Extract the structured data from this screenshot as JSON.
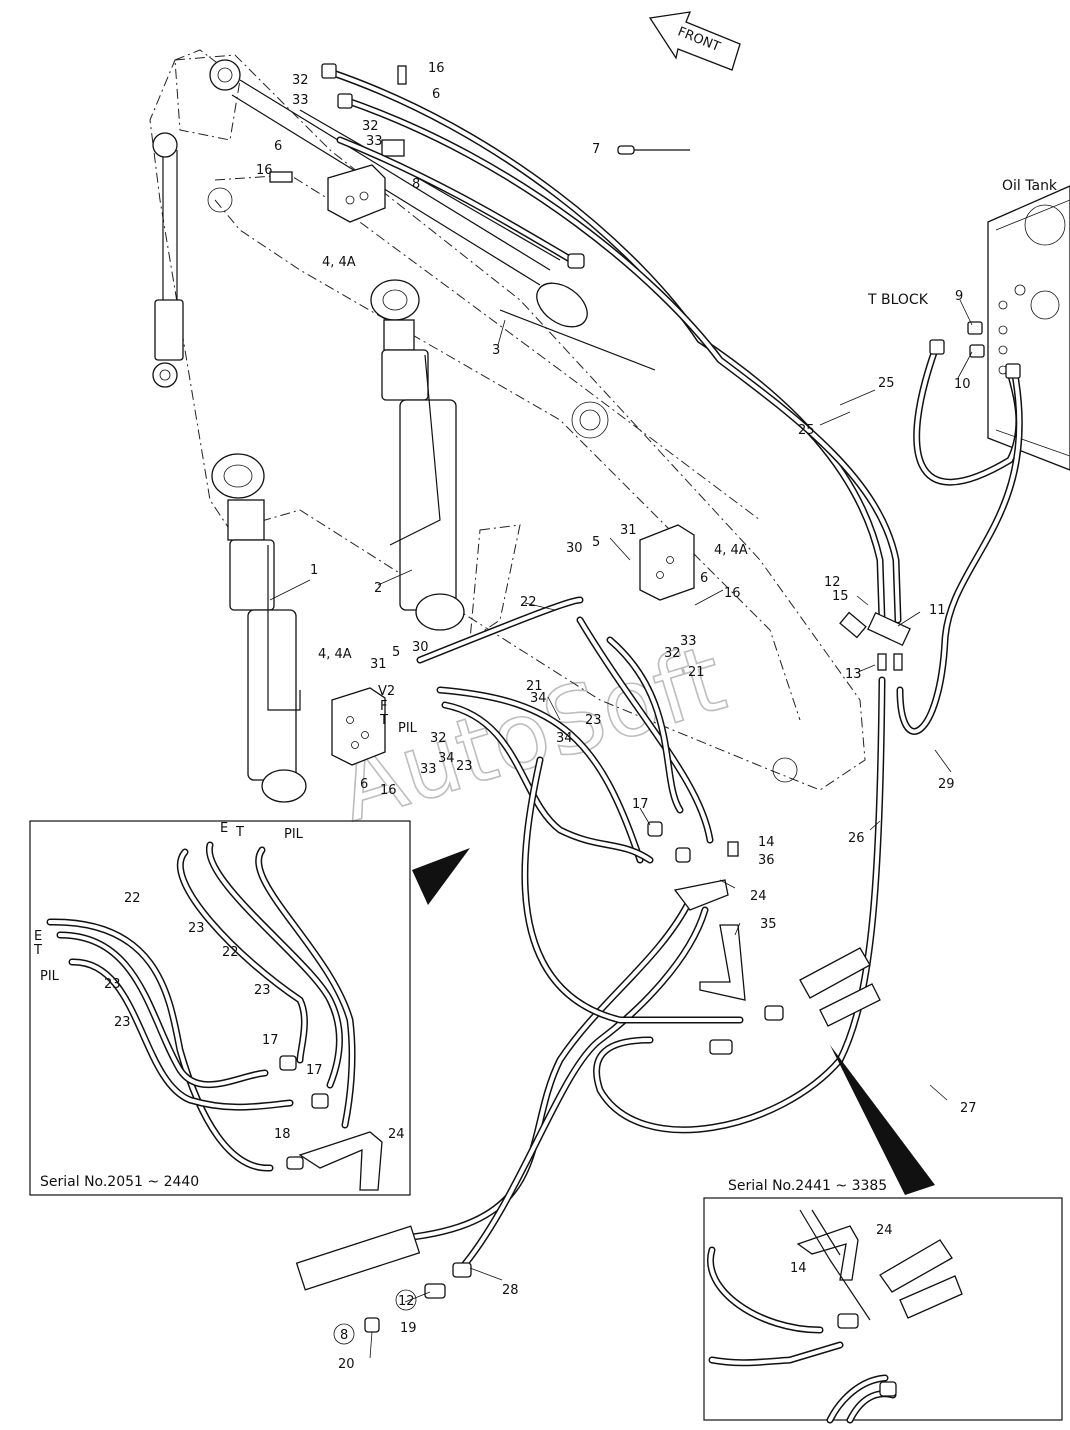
{
  "diagram": {
    "direction_label": "FRONT",
    "oil_tank_label": "Oil Tank",
    "t_block_label": "T  BLOCK",
    "watermark": "AutoSoft",
    "inset_left_caption": "Serial No.2051 ~ 2440",
    "inset_right_caption": "Serial No.2441 ~ 3385",
    "port_labels": {
      "E": "E",
      "T": "T",
      "PIL": "PIL",
      "F": "F",
      "V2": "V2"
    },
    "callouts": {
      "c1": "1",
      "c2": "2",
      "c3": "3",
      "c4_top": "4, 4A",
      "c4_mid": "4, 4A",
      "c4_left": "4, 4A",
      "c5_a": "5",
      "c5_b": "5",
      "c6_a": "6",
      "c6_b": "6",
      "c6_c": "6",
      "c6_d": "6",
      "c7": "7",
      "c8_a": "8",
      "c8_b": "8",
      "c9": "9",
      "c10": "10",
      "c11": "11",
      "c12_a": "12",
      "c12_b": "12",
      "c13": "13",
      "c14_a": "14",
      "c14_b": "14",
      "c15": "15",
      "c16_a": "16",
      "c16_b": "16",
      "c16_c": "16",
      "c16_d": "16",
      "c17_a": "17",
      "c17_b": "17",
      "c17_c": "17",
      "c18": "18",
      "c19": "19",
      "c20": "20",
      "c21_a": "21",
      "c21_b": "21",
      "c22_a": "22",
      "c22_b": "22",
      "c22_c": "22",
      "c23_a": "23",
      "c23_b": "23",
      "c23_c": "23",
      "c23_d": "23",
      "c23_e": "23",
      "c23_f": "23",
      "c24_a": "24",
      "c24_b": "24",
      "c24_c": "24",
      "c25_a": "25",
      "c25_b": "25",
      "c26": "26",
      "c27": "27",
      "c28": "28",
      "c29": "29",
      "c30_a": "30",
      "c30_b": "30",
      "c31_a": "31",
      "c31_b": "31",
      "c32_a": "32",
      "c32_b": "32",
      "c32_c": "32",
      "c32_d": "32",
      "c33_a": "33",
      "c33_b": "33",
      "c33_c": "33",
      "c33_d": "33",
      "c34_a": "34",
      "c34_b": "34",
      "c34_c": "34",
      "c35": "35",
      "c36": "36"
    }
  }
}
